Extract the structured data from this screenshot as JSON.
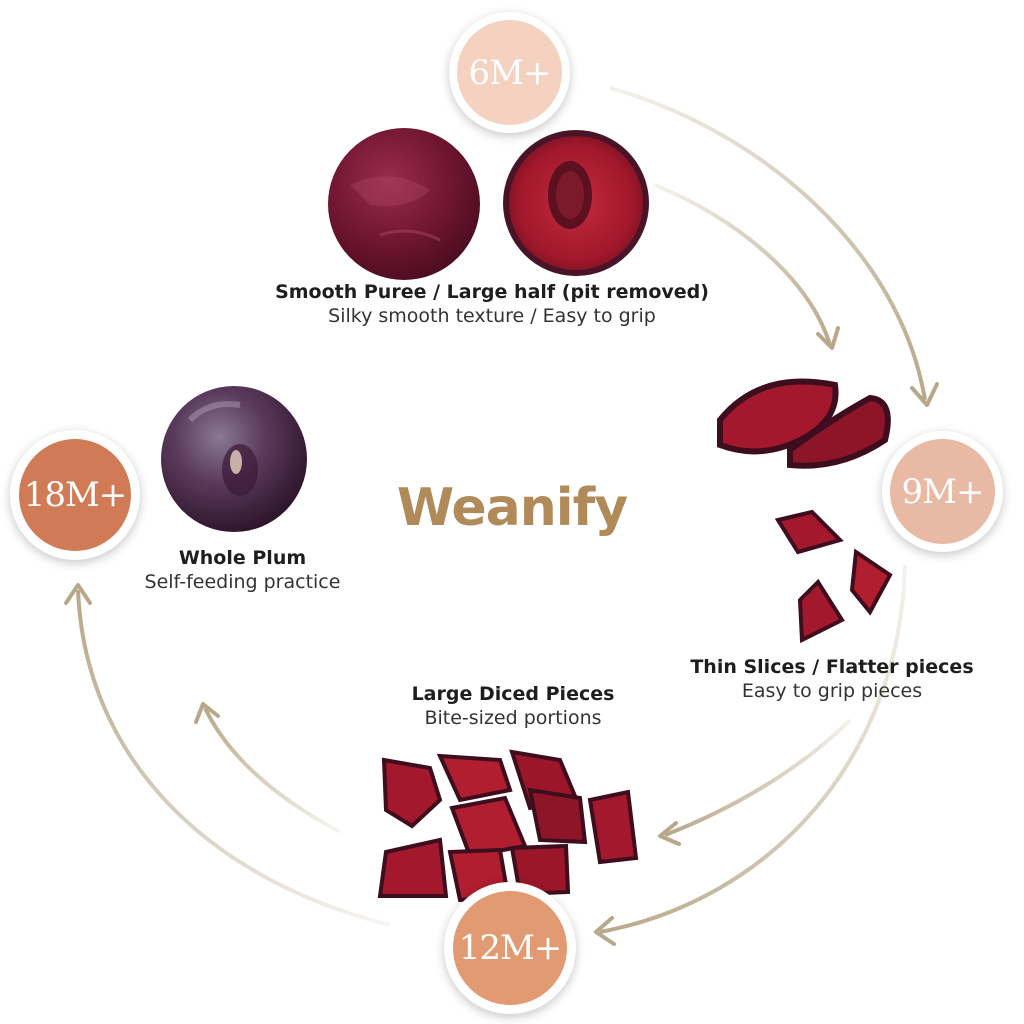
{
  "brand": {
    "name": "Weanify"
  },
  "colors": {
    "arrow": "#b8a88a",
    "logo": "#b08a58",
    "badge_6m": "#f5d2c0",
    "badge_9m": "#e8b9a4",
    "badge_12m": "#e29a72",
    "badge_18m": "#d07a56",
    "plum_flesh": "#a3182c",
    "plum_skin": "#4a1428",
    "puree": "#6e1530"
  },
  "stages": [
    {
      "age": "6M+",
      "title": "Smooth Puree / Large half (pit removed)",
      "subtitle": "Silky smooth texture / Easy to grip"
    },
    {
      "age": "9M+",
      "title": "Thin Slices / Flatter pieces",
      "subtitle": "Easy to grip pieces"
    },
    {
      "age": "12M+",
      "title": "Large Diced Pieces",
      "subtitle": "Bite-sized portions"
    },
    {
      "age": "18M+",
      "title": "Whole Plum",
      "subtitle": "Self-feeding practice"
    }
  ]
}
